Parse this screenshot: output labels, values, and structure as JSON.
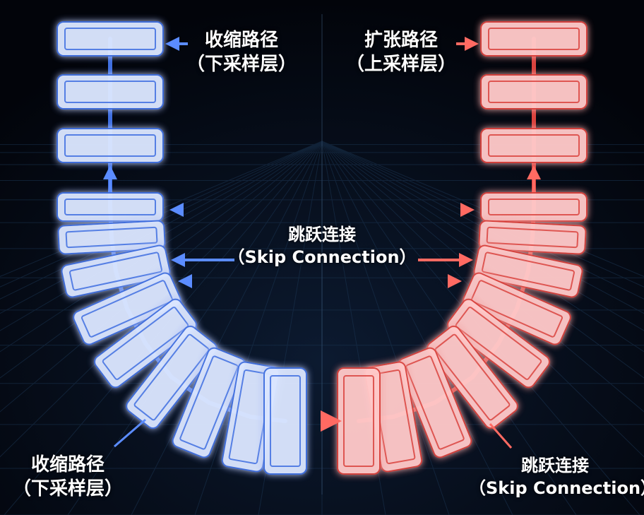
{
  "colors": {
    "encoder_fill": "#dbe6ff",
    "encoder_stroke": "#3f6fe0",
    "encoder_glow": "#4b86ff",
    "decoder_fill": "#ffc9c9",
    "decoder_stroke": "#d9433e",
    "decoder_glow": "#ff5b55",
    "background": "#03060d"
  },
  "labels": {
    "encoder_top": {
      "line1": "收缩路径",
      "line2": "（下采样层）"
    },
    "decoder_top": {
      "line1": "扩张路径",
      "line2": "（上采样层）"
    },
    "skip_center": {
      "line1": "跳跃连接",
      "line2": "（Skip Connection）"
    },
    "encoder_bottom": {
      "line1": "收缩路径",
      "line2": "（下采样层）"
    },
    "decoder_bottom": {
      "line1": "跳跃连接",
      "line2": "（Skip Connection）"
    }
  },
  "diagram": {
    "encoder_block_count": 12,
    "decoder_block_count": 12,
    "skip_connection_count": 3
  }
}
